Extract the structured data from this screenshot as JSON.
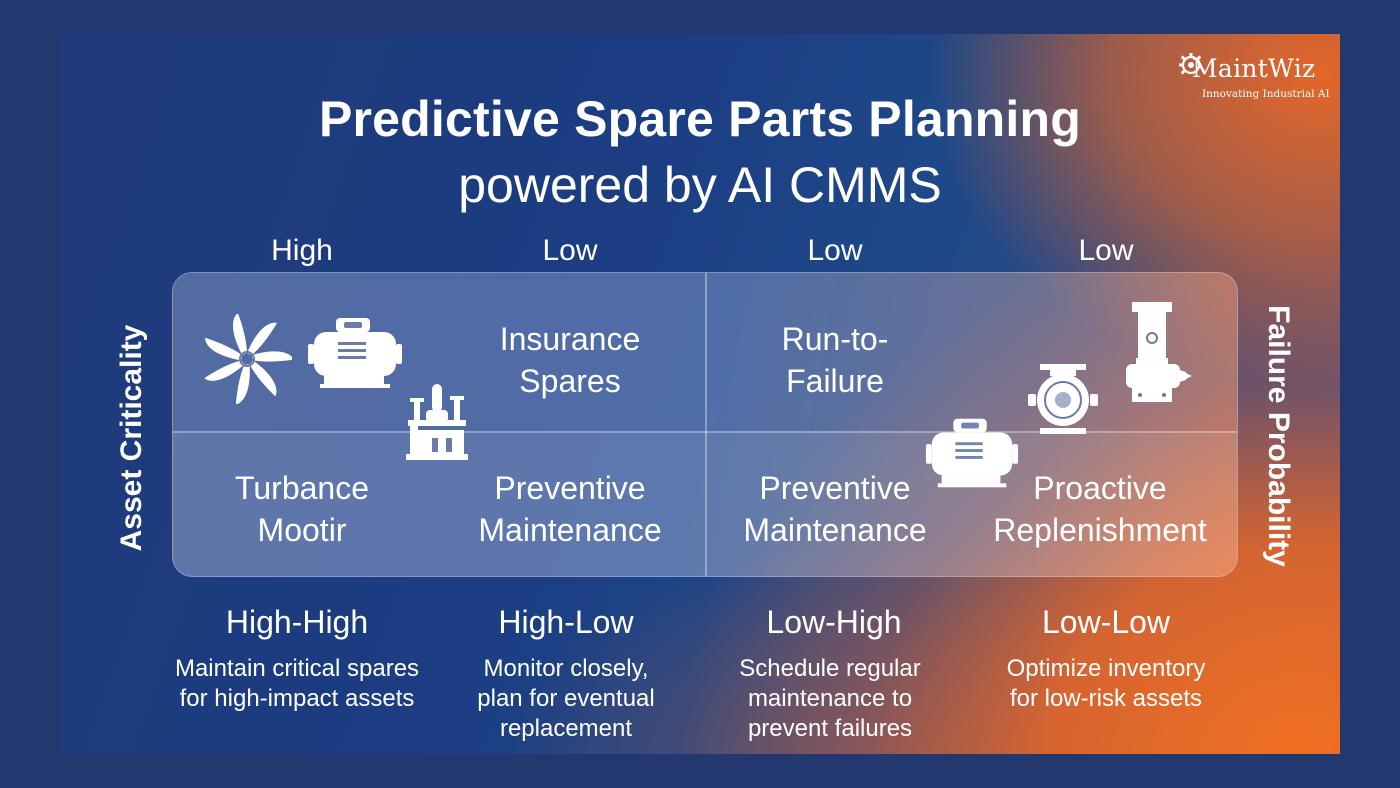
{
  "header": {
    "title_line1": "Predictive Spare Parts Planning",
    "title_line2": "powered by AI CMMS"
  },
  "logo": {
    "name": "MaintWiz",
    "tagline": "Innovating Industrial AI",
    "icon": "gear-icon"
  },
  "column_headers": [
    "High",
    "Low",
    "Low",
    "Low"
  ],
  "axes": {
    "left": "Asset Criticality",
    "right": "Failure Probability"
  },
  "matrix": {
    "top_labels": [
      {
        "line1": "Insurance",
        "line2": "Spares"
      },
      {
        "line1": "Run-to-",
        "line2": "Failure"
      }
    ],
    "bottom_labels": [
      {
        "line1": "Turbance",
        "line2": "Mootir"
      },
      {
        "line1": "Preventive",
        "line2": "Maintenance"
      },
      {
        "line1": "Preventive",
        "line2": "Maintenance"
      },
      {
        "line1": "Proactive",
        "line2": "Replenishment"
      }
    ],
    "icons": [
      "turbine-icon",
      "motor-icon",
      "compressor-icon",
      "motor-icon",
      "pump-icon",
      "vertical-pump-icon"
    ]
  },
  "quadrants": [
    {
      "title": "High-High",
      "desc_lines": [
        "Maintain critical spares",
        "for high-impact assets"
      ]
    },
    {
      "title": "High-Low",
      "desc_lines": [
        "Monitor closely,",
        "plan for eventual",
        "replacement"
      ]
    },
    {
      "title": "Low-High",
      "desc_lines": [
        "Schedule regular",
        "maintenance to",
        "prevent failures"
      ]
    },
    {
      "title": "Low-Low",
      "desc_lines": [
        "Optimize inventory",
        "for low-risk assets"
      ]
    }
  ],
  "colors": {
    "frame": "#22386f",
    "blue": "#1f3a7a",
    "orange": "#ec6824",
    "text": "#ffffff"
  }
}
